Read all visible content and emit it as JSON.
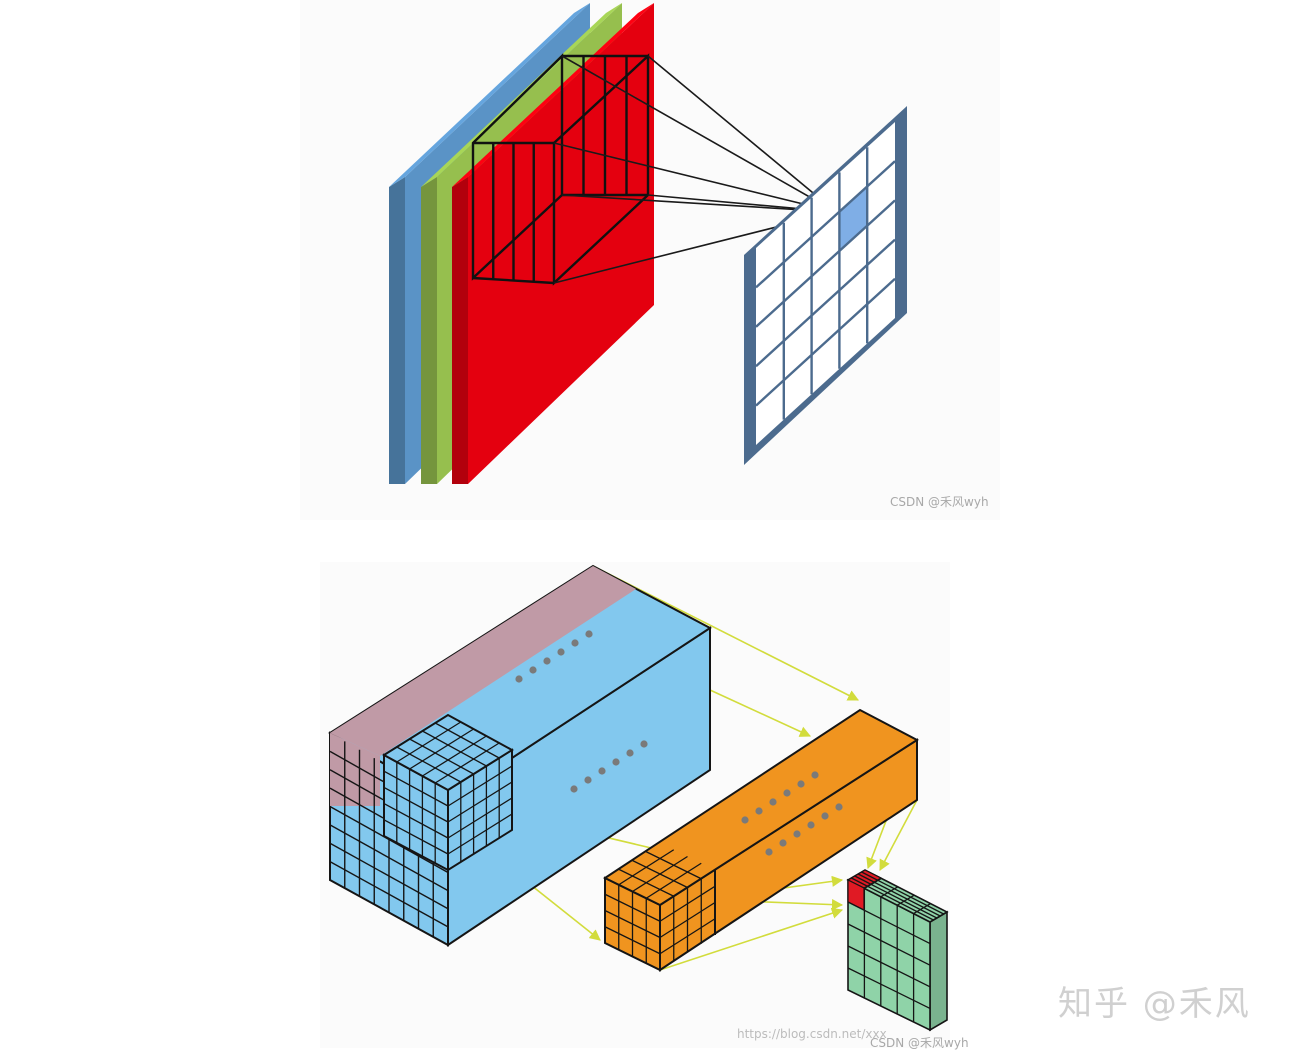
{
  "colors": {
    "channel_blue": "#5a93c6",
    "channel_green": "#96bf4e",
    "channel_red": "#e4000f",
    "output_frame": "#4c6b8e",
    "output_highlight": "#7faee6",
    "volume_blue": "#82c8ee",
    "volume_pink": "#c09aa6",
    "volume_orange": "#f0941f",
    "output_green": "#8fd3a8",
    "output_red_cell": "#e01a24",
    "arrow_line": "#d2dc3c",
    "dots": "#7a7a7a"
  },
  "icons": {
    "connector": "line",
    "dot": "circle",
    "arrow": "arrowhead"
  },
  "watermarks": {
    "top_csdn": "CSDN @禾风wyh",
    "bottom_url": "https://blog.csdn.net/xxx",
    "bottom_csdn": "CSDN @禾风wyh",
    "zhihu": "知乎 @禾风"
  }
}
